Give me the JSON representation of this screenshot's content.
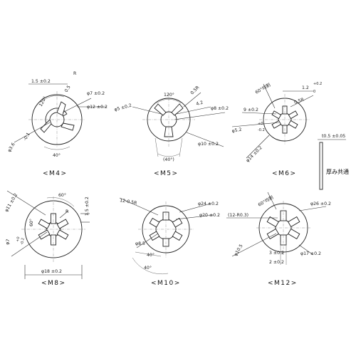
{
  "parts": {
    "m4": {
      "caption": "<M4>",
      "dims": [
        "1.5 ±0.2",
        "R",
        "0.5",
        "120°",
        "φ7 ±0.2",
        "φ12 ±0.2",
        "φ3.6",
        "-0.1",
        "40°"
      ]
    },
    "m5": {
      "caption": "<M5>",
      "dims": [
        "120°",
        "0.5R",
        "φ5 ±0.2",
        "4.2",
        "φ8 ±0.2",
        "φ10 ±0.2",
        "(40°)"
      ]
    },
    "m6": {
      "caption": "<M6>",
      "dims": [
        "60°均割",
        "1.2",
        "+0.2",
        "0",
        "0.5R",
        "9 ±0.2",
        "φ5.2",
        "+0",
        "-0.2",
        "φ14 ±0.2"
      ]
    },
    "m8": {
      "caption": "<M8>",
      "dims": [
        "φ11 ±0.2",
        "60°",
        "60°",
        "R",
        "1.5 ±0.2",
        "φ7",
        "+0",
        "-0.2",
        "φ18 ±0.2"
      ]
    },
    "m10": {
      "caption": "<M10>",
      "dims": [
        "12-0.5R",
        "φ24 ±0.2",
        "φ20 ±0.2",
        "φ8.5",
        "40°",
        "40°"
      ]
    },
    "m12": {
      "caption": "<M12>",
      "dims": [
        "60°均割",
        "(12-R0.3)",
        "φ26 ±0.2",
        "φ10.5",
        "3 ±0.2",
        "2 ±0.2",
        "φ17 ±0.2"
      ]
    }
  },
  "thickness": {
    "value": "t0.5 ±0.05",
    "note": "厚み共通"
  }
}
